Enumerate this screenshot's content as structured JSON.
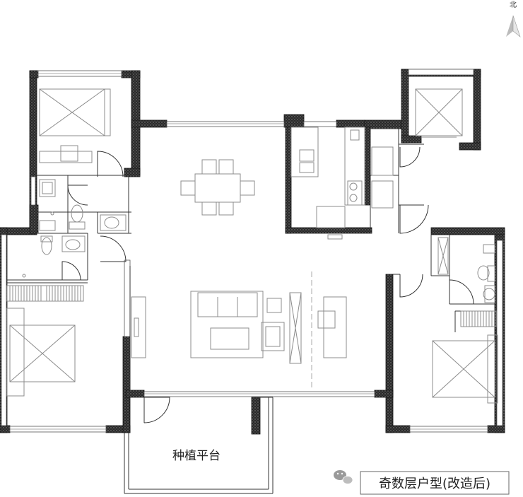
{
  "compass": {
    "label": "北",
    "icon": "north-arrow-icon"
  },
  "rooms": {
    "balcony_label": "种植平台"
  },
  "caption": {
    "icon": "wechat-icon",
    "label": "奇数层户型(改造后)"
  }
}
